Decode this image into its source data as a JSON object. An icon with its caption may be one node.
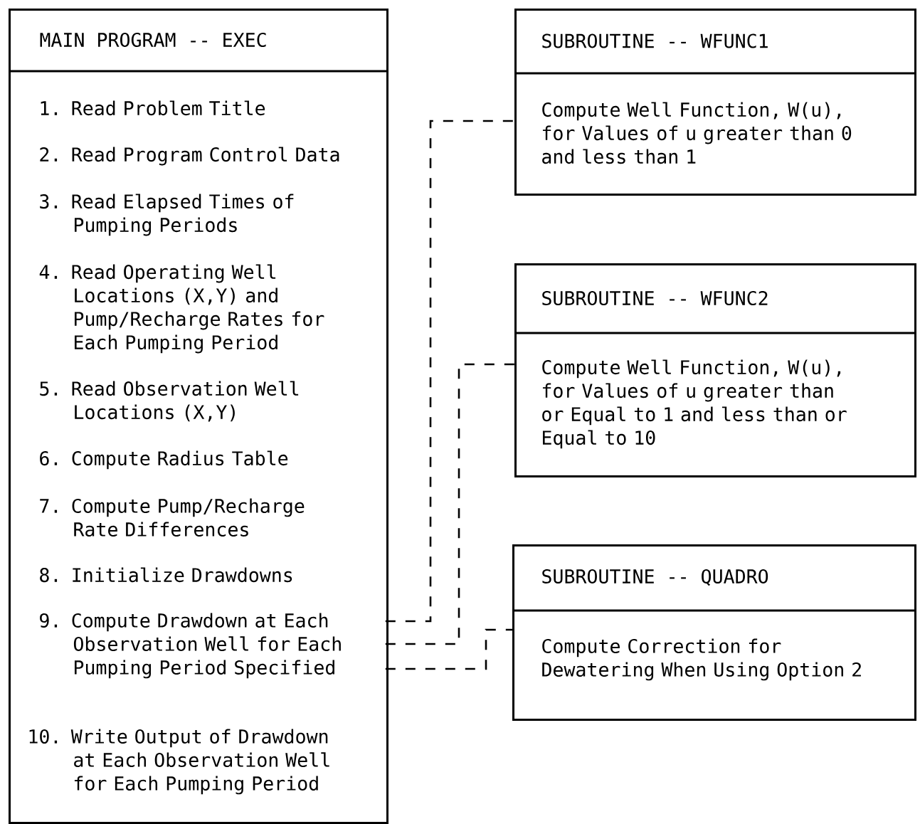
{
  "diagram": {
    "nodes": [
      {
        "text": [
          "MAIN PROGRAM -- EXEC"
        ]
      },
      {
        "text": [
          "1. Read Problem Title"
        ],
        "in": 0
      },
      {
        "text": [
          "2. Read Program Control Data"
        ],
        "in": 0
      },
      {
        "text": [
          "3. Read Elapsed Times of Pumping Periods"
        ],
        "in": 0
      },
      {
        "text": [
          "4. Read Operating Well Locations (X,Y) and Pump/Recharge Rates for Each Pumping Period"
        ],
        "in": 0
      },
      {
        "text": [
          "5. Read Observation Well Locations (X,Y)"
        ],
        "in": 0
      },
      {
        "text": [
          "6. Compute Radius Table"
        ],
        "in": 0
      },
      {
        "text": [
          "7. Compute Pump/Recharge Rate Differences"
        ],
        "in": 0
      },
      {
        "text": [
          "8. Initialize Drawdowns"
        ],
        "in": 0
      },
      {
        "text": [
          "9. Compute Drawdown at Each Observation Well for Each Pumping Period Specified"
        ],
        "in": 0
      },
      {
        "text": [
          "10. Write Output of Drawdown at Each Observation Well for Each Pumping Period"
        ],
        "in": 0
      },
      {
        "text": [
          "SUBROUTINE -- WFUNC1",
          "Compute Well Function, W(u), for Values of u greater than 0 and less than 1"
        ]
      },
      {
        "text": [
          "SUBROUTINE -- WFUNC2",
          "Compute Well Function, W(u), for Values of u greater than or Equal to 1 and less than or Equal to 10"
        ]
      },
      {
        "text": [
          "SUBROUTINE -- QUADRO",
          "Compute Correction for Dewatering When Using Option 2"
        ]
      }
    ],
    "edges": [
      {
        "from": 9,
        "to": 11,
        "arrow": "none",
        "style": "dashed"
      },
      {
        "from": 9,
        "to": 12,
        "arrow": "none",
        "style": "dashed"
      },
      {
        "from": 9,
        "to": 13,
        "arrow": "none",
        "style": "dashed"
      }
    ]
  }
}
